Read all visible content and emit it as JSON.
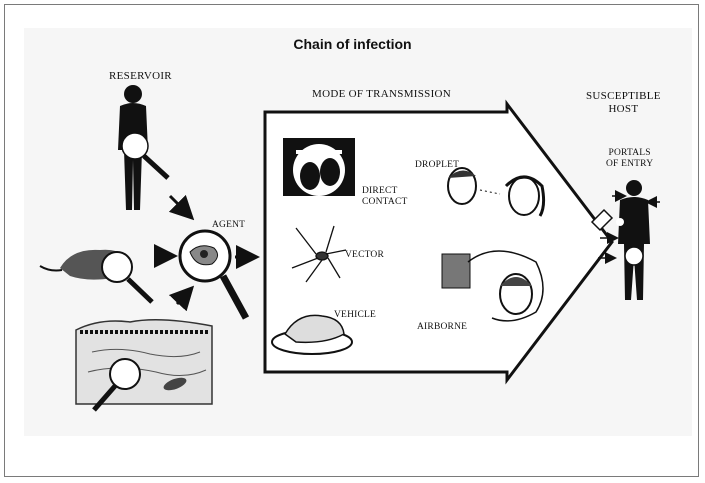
{
  "title": "Chain of infection",
  "labels": {
    "reservoir": "RESERVOIR",
    "agent": "AGENT",
    "mode": "MODE OF TRANSMISSION",
    "host": "SUSCEPTIBLE\nHOST",
    "portals": "PORTALS\nOF ENTRY",
    "direct": "DIRECT\nCONTACT",
    "droplet": "DROPLET",
    "vector": "VECTOR",
    "vehicle": "VEHICLE",
    "airborne": "AIRBORNE"
  },
  "colors": {
    "ink": "#111111",
    "paper": "#f6f6f6",
    "frame": "#7a7a7a"
  }
}
